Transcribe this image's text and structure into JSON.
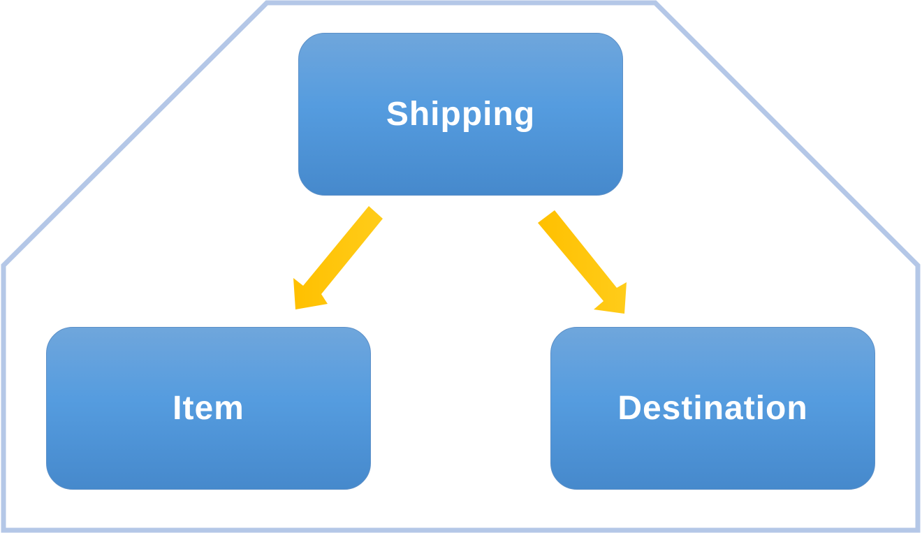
{
  "diagram": {
    "nodes": [
      {
        "id": "shipping",
        "label": "Shipping"
      },
      {
        "id": "item",
        "label": "Item"
      },
      {
        "id": "destination",
        "label": "Destination"
      }
    ],
    "edges": [
      {
        "from": "shipping",
        "to": "item"
      },
      {
        "from": "shipping",
        "to": "destination"
      }
    ]
  },
  "colors": {
    "frame_border": "#b4c7e7",
    "node_fill": "#559cdf",
    "node_text": "#ffffff",
    "arrow_fill": "#ffc000"
  }
}
